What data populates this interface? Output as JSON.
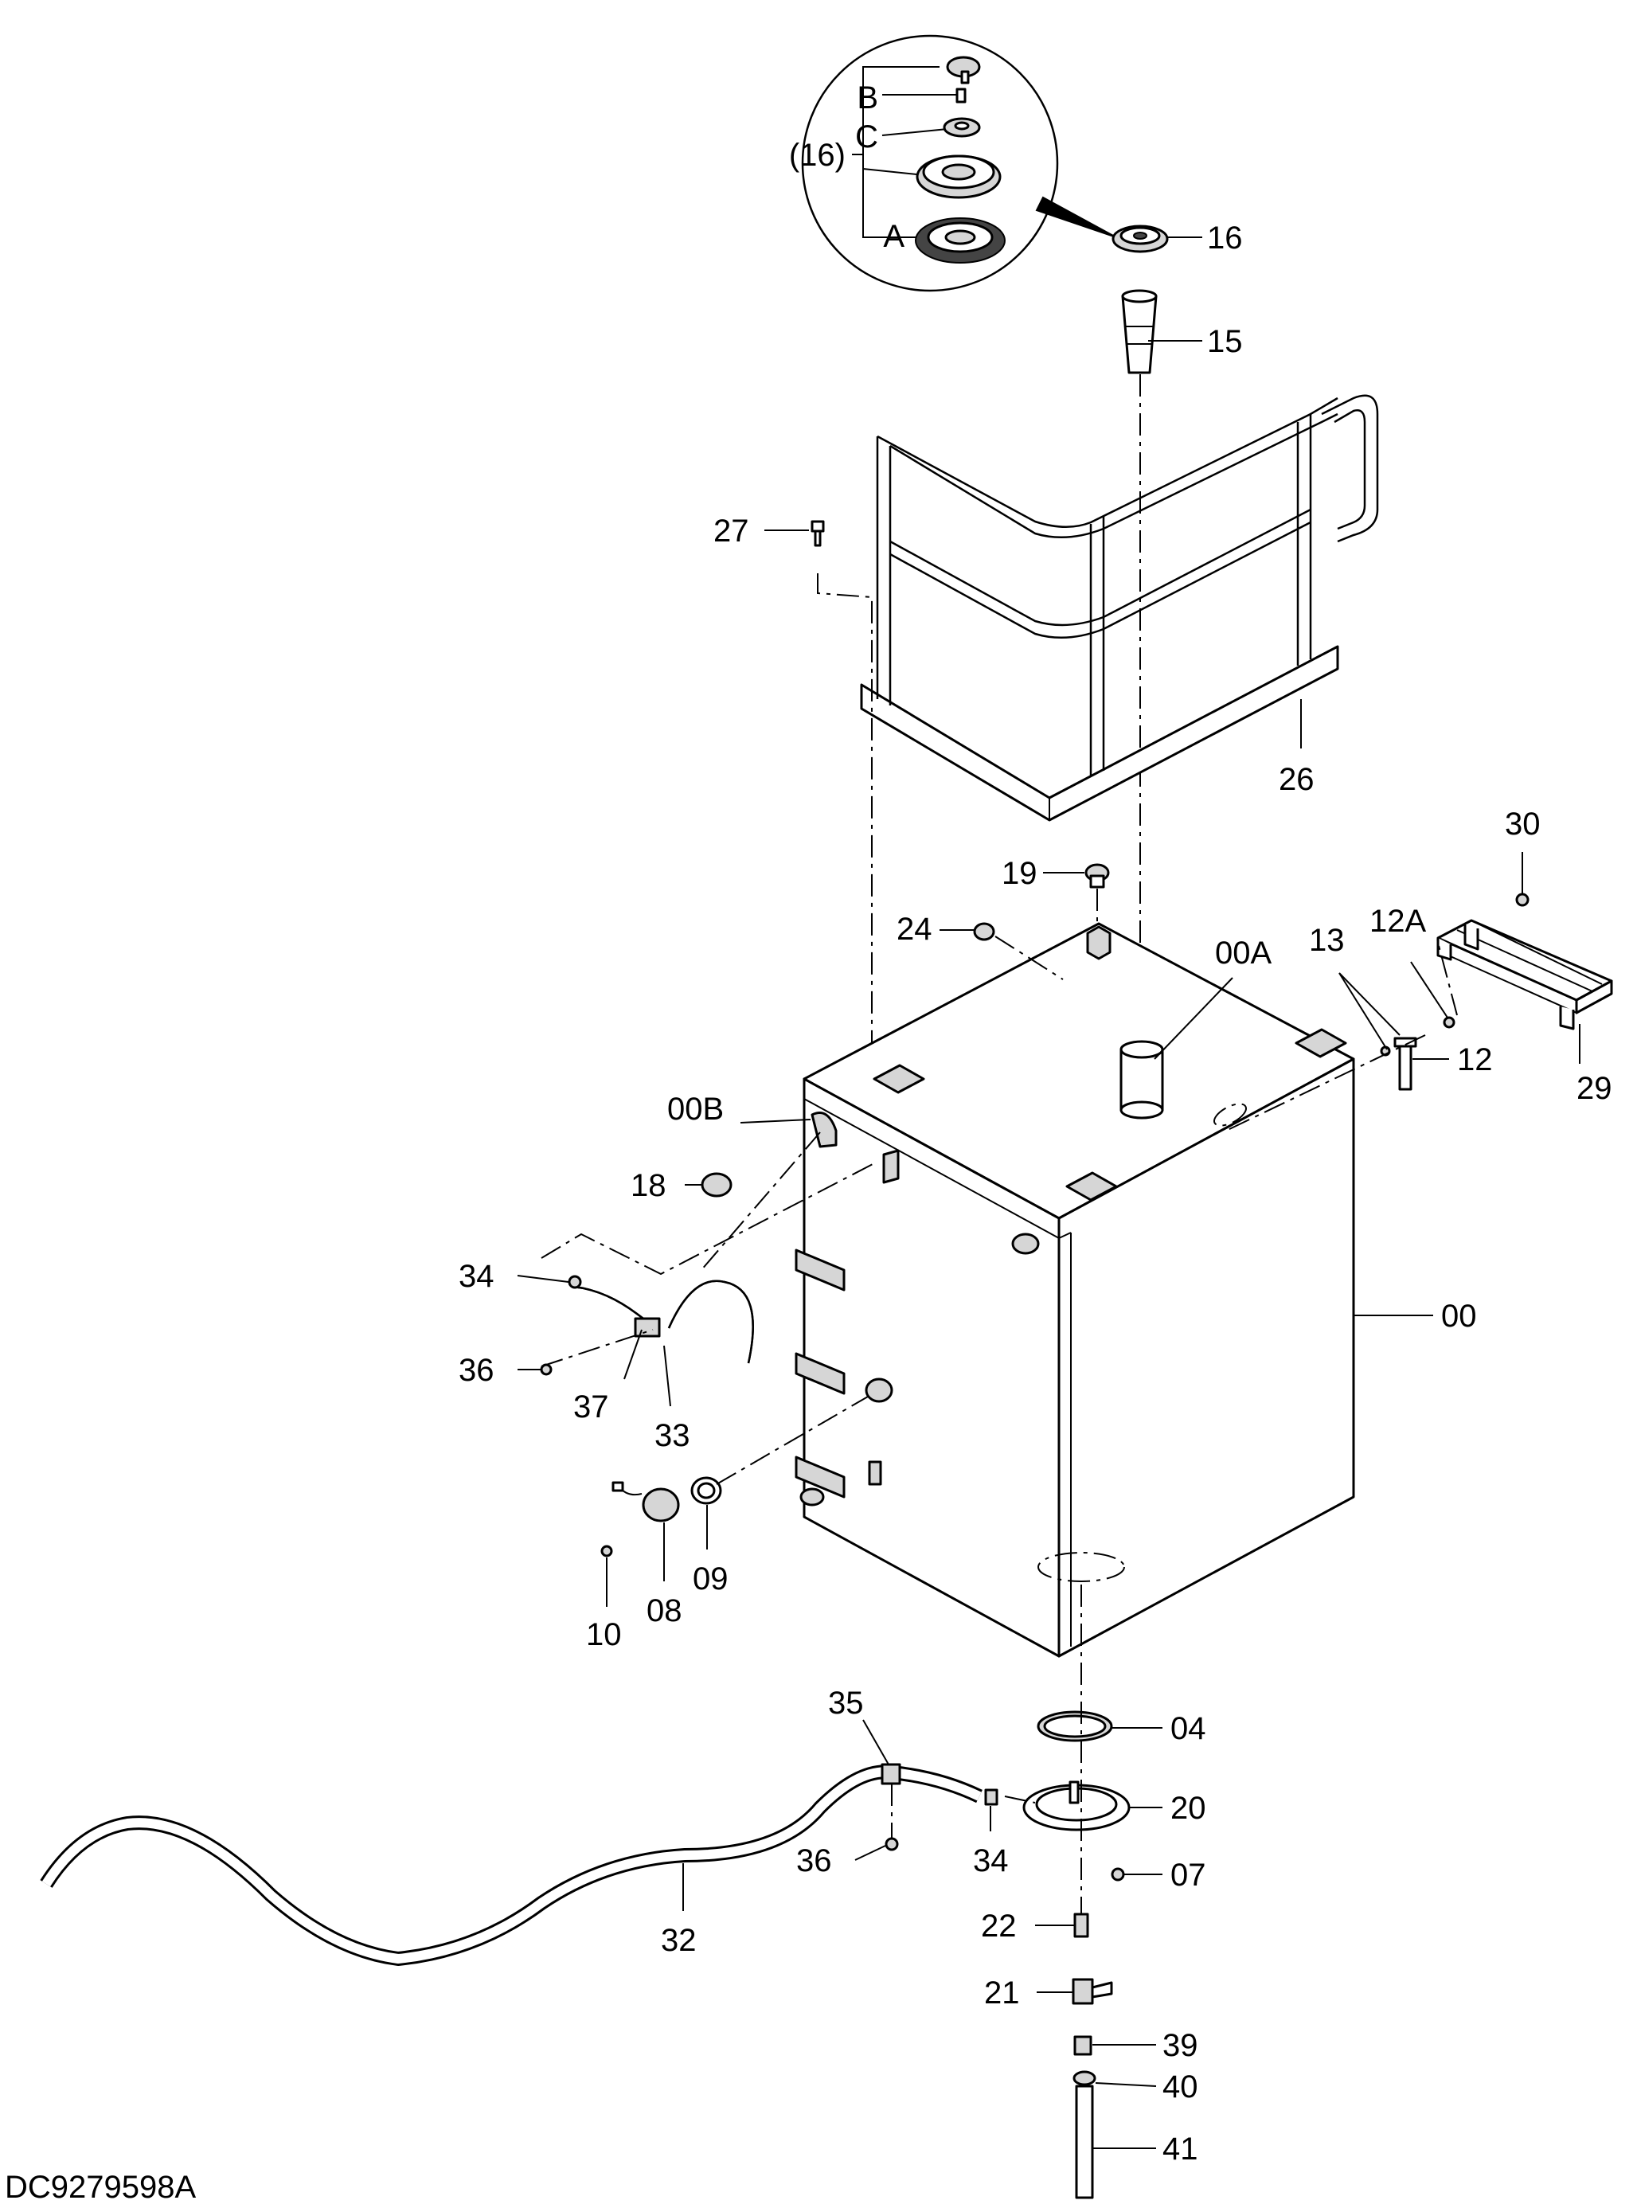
{
  "diagram_code": "DC9279598A",
  "callouts": [
    {
      "id": "c16",
      "text": "16"
    },
    {
      "id": "c15",
      "text": "15"
    },
    {
      "id": "c27",
      "text": "27"
    },
    {
      "id": "c26",
      "text": "26"
    },
    {
      "id": "c19",
      "text": "19"
    },
    {
      "id": "c24",
      "text": "24"
    },
    {
      "id": "c00A",
      "text": "00A"
    },
    {
      "id": "c13",
      "text": "13"
    },
    {
      "id": "c12A",
      "text": "12A"
    },
    {
      "id": "c30",
      "text": "30"
    },
    {
      "id": "c29",
      "text": "29"
    },
    {
      "id": "c12",
      "text": "12"
    },
    {
      "id": "c00B",
      "text": "00B"
    },
    {
      "id": "c18",
      "text": "18"
    },
    {
      "id": "c00",
      "text": "00"
    },
    {
      "id": "c34a",
      "text": "34"
    },
    {
      "id": "c36a",
      "text": "36"
    },
    {
      "id": "c37",
      "text": "37"
    },
    {
      "id": "c33",
      "text": "33"
    },
    {
      "id": "c08",
      "text": "08"
    },
    {
      "id": "c09",
      "text": "09"
    },
    {
      "id": "c10",
      "text": "10"
    },
    {
      "id": "c04",
      "text": "04"
    },
    {
      "id": "c35",
      "text": "35"
    },
    {
      "id": "c20",
      "text": "20"
    },
    {
      "id": "c36b",
      "text": "36"
    },
    {
      "id": "c34b",
      "text": "34"
    },
    {
      "id": "c07",
      "text": "07"
    },
    {
      "id": "c32",
      "text": "32"
    },
    {
      "id": "c22",
      "text": "22"
    },
    {
      "id": "c21",
      "text": "21"
    },
    {
      "id": "c39",
      "text": "39"
    },
    {
      "id": "c40",
      "text": "40"
    },
    {
      "id": "c41",
      "text": "41"
    }
  ],
  "detail_view": {
    "group_label": "(16)",
    "sub_labels": {
      "a": "A",
      "b": "B",
      "c": "C"
    }
  }
}
